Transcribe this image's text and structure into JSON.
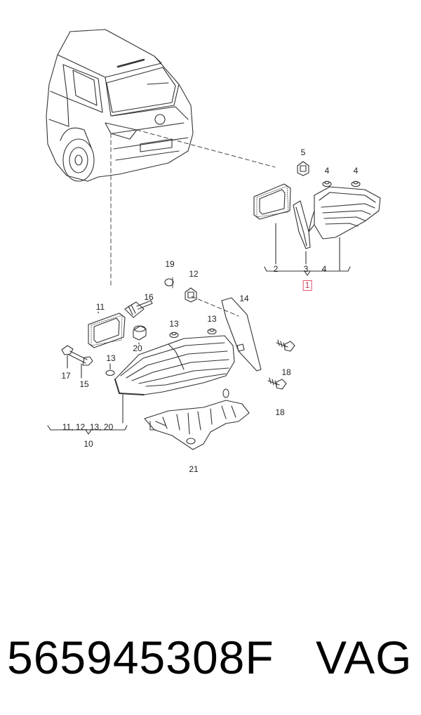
{
  "diagram": {
    "callouts": {
      "c5": "5",
      "c4a": "4",
      "c4b": "4",
      "c2": "2",
      "c3": "3",
      "c4c": "4",
      "c1": "1",
      "c19": "19",
      "c12": "12",
      "c11": "11",
      "c16": "16",
      "c14": "14",
      "c13a": "13",
      "c13b": "13",
      "c20": "20",
      "c13c": "13",
      "c17": "17",
      "c15": "15",
      "c18a": "18",
      "c18b": "18",
      "c10list": "11, 12, 13, 20",
      "c10": "10",
      "c21": "21"
    }
  },
  "footer": {
    "part_number": "565945308F",
    "brand": "VAG"
  },
  "colors": {
    "line": "#333333",
    "highlight": "#e0556a"
  }
}
